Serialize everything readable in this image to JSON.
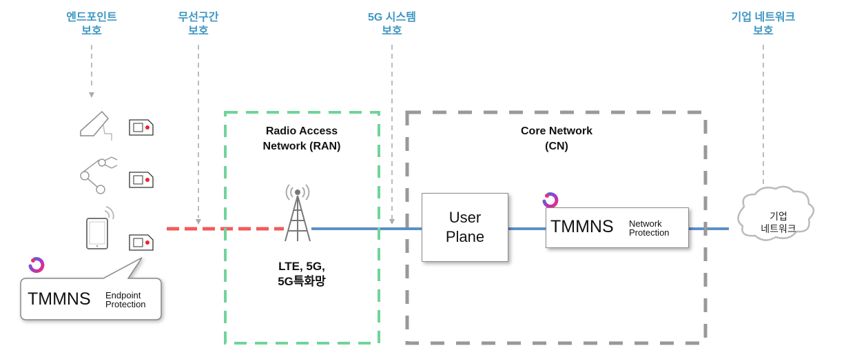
{
  "protection_labels": [
    {
      "line1": "엔드포인트",
      "line2": "보호"
    },
    {
      "line1": "무선구간",
      "line2": "보호"
    },
    {
      "line1": "5G 시스템",
      "line2": "보호"
    },
    {
      "line1": "기업 네트워크",
      "line2": "보호"
    }
  ],
  "ran": {
    "title_line1": "Radio Access",
    "title_line2": "Network (RAN)",
    "tech_line1": "LTE, 5G,",
    "tech_line2": "5G특화망"
  },
  "core": {
    "title_line1": "Core Network",
    "title_line2": "(CN)"
  },
  "user_plane": {
    "line1": "User",
    "line2": "Plane"
  },
  "network_protection": {
    "brand": "TMMNS",
    "sub1": "Network",
    "sub2": "Protection"
  },
  "endpoint_protection": {
    "brand": "TMMNS",
    "sub1": "Endpoint",
    "sub2": "Protection"
  },
  "enterprise_cloud": {
    "line1": "기업",
    "line2": "네트워크"
  },
  "devices": [
    "cctv-camera",
    "robot-arm",
    "tablet"
  ],
  "colors": {
    "label_blue": "#3d96c3",
    "ran_green": "#6fd49a",
    "core_gray": "#999999",
    "wireless_red": "#f25a5a",
    "wired_blue": "#5b8fc7"
  }
}
